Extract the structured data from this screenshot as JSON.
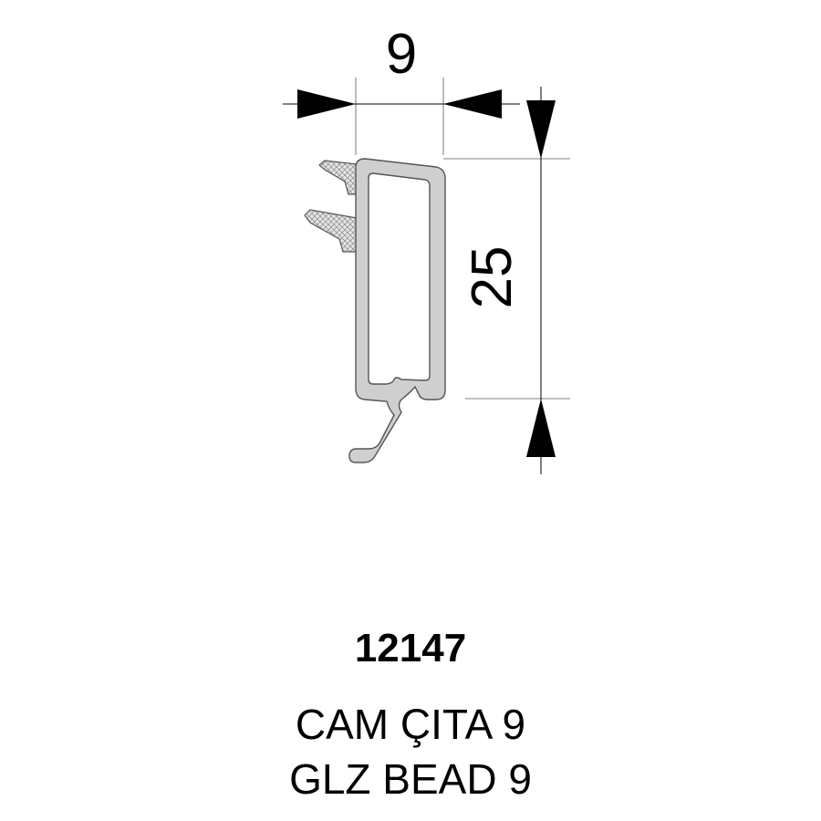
{
  "dimensions": {
    "width_label": "9",
    "height_label": "25"
  },
  "product": {
    "code": "12147",
    "name_tr": "CAM ÇITA 9",
    "name_en": "GLZ BEAD 9"
  },
  "colors": {
    "profile_fill": "#cfcfcf",
    "outline": "#555555",
    "dimension": "#000000"
  }
}
